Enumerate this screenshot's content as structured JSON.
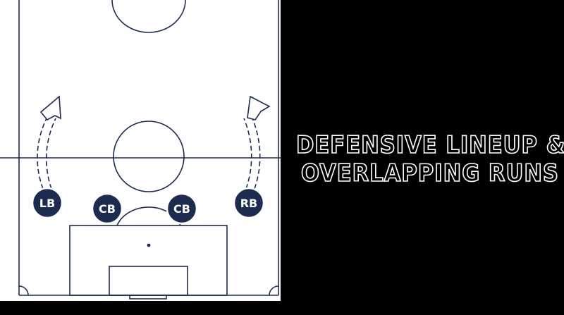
{
  "title": {
    "line1": "DEFENSIVE LINEUP &",
    "line2": "OVERLAPPING RUNS"
  },
  "colors": {
    "pitch": "#ffffff",
    "lines": "#1d2b4f",
    "player_fill": "#1d2b4f",
    "player_text": "#ffffff",
    "background": "#000000"
  },
  "players": [
    {
      "label": "LB",
      "role": "left-back"
    },
    {
      "label": "CB",
      "role": "center-back-left"
    },
    {
      "label": "CB",
      "role": "center-back-right"
    },
    {
      "label": "RB",
      "role": "right-back"
    }
  ],
  "runs": [
    {
      "from": "LB",
      "direction": "forward-overlap-left"
    },
    {
      "from": "RB",
      "direction": "forward-overlap-right"
    }
  ]
}
